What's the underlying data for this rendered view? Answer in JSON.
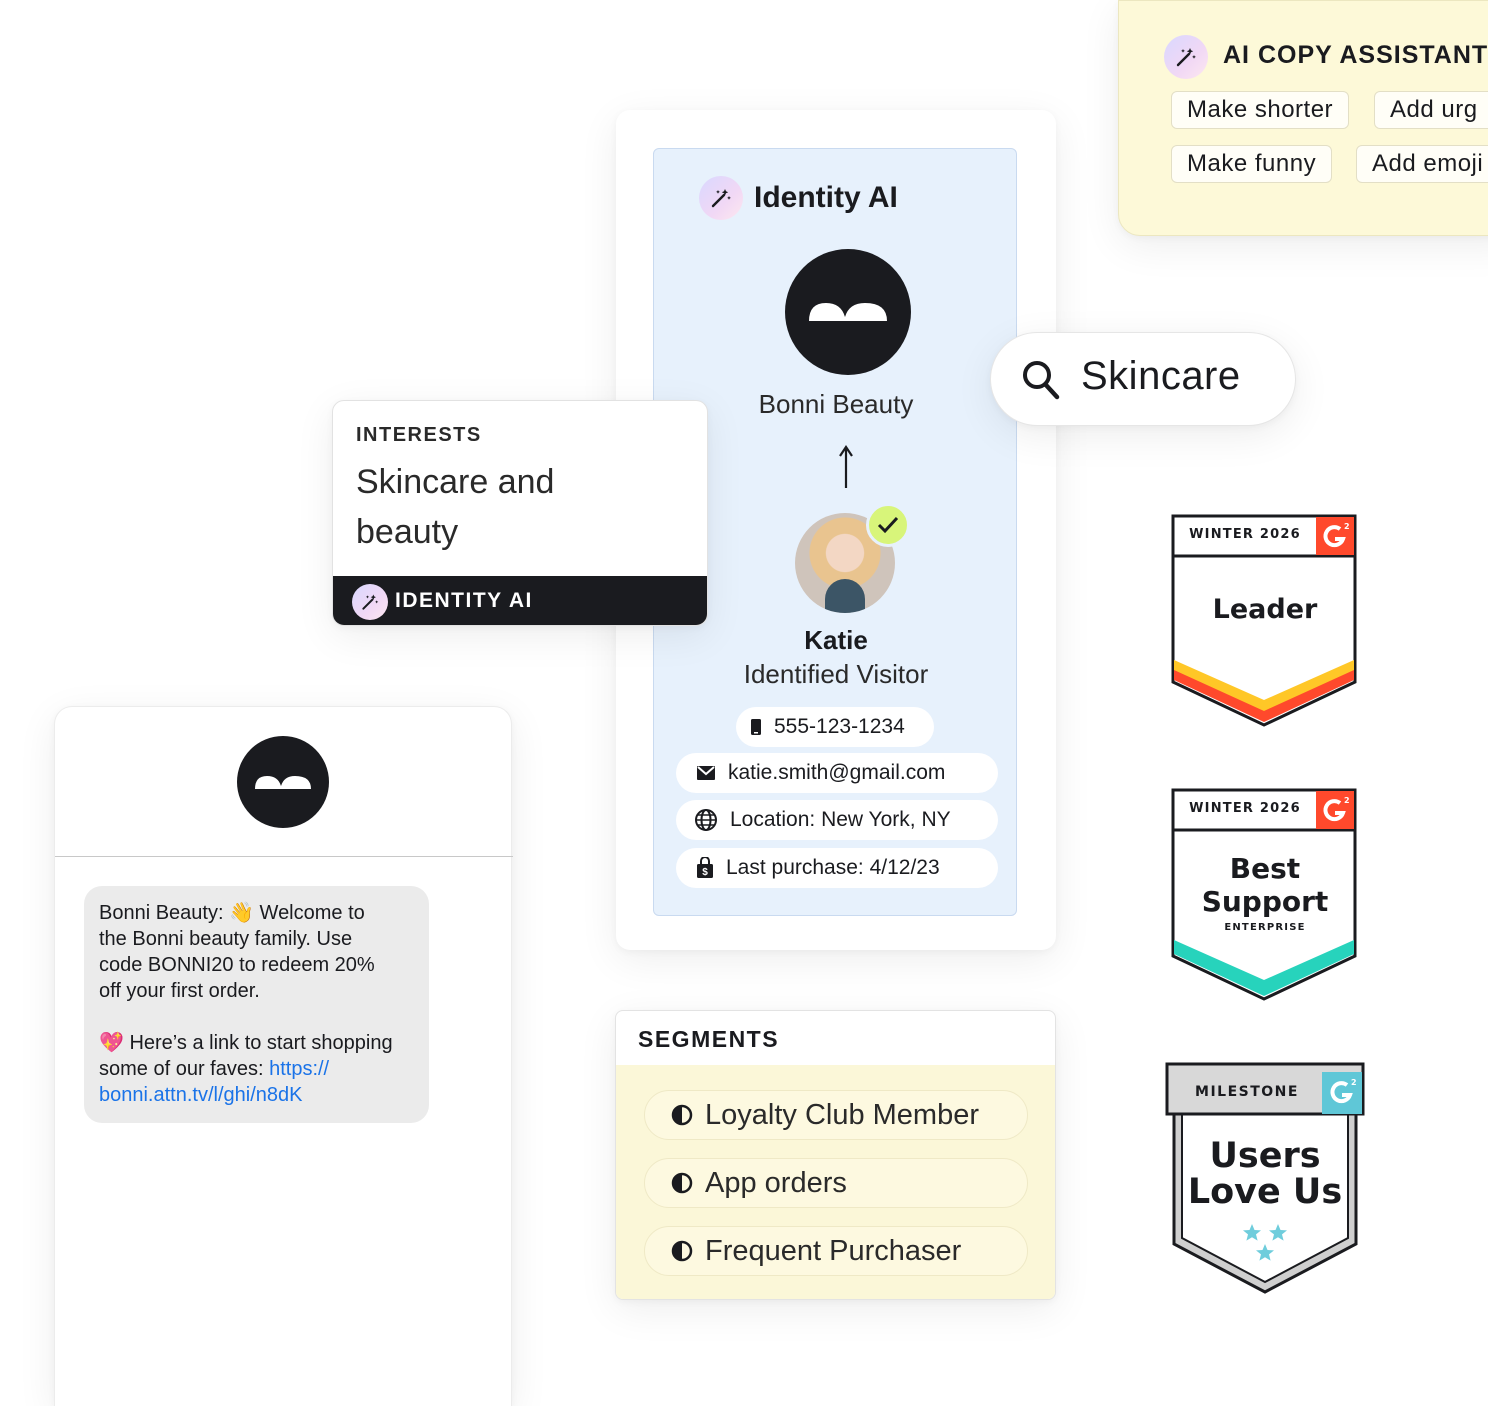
{
  "ai_copy_assistant": {
    "title": "AI COPY ASSISTANT",
    "icon": "magic-wand-icon",
    "chips": [
      "Make shorter",
      "Add urg",
      "Make funny",
      "Add emoji"
    ]
  },
  "identity_card": {
    "header": "Identity AI",
    "brand_name": "Bonni Beauty",
    "visitor_name": "Katie",
    "visitor_status": "Identified Visitor",
    "details": {
      "phone": "555-123-1234",
      "email": "katie.smith@gmail.com",
      "location": "Location: New York, NY",
      "last_purchase": "Last purchase: 4/12/23"
    }
  },
  "search": {
    "query": "Skincare"
  },
  "interests": {
    "label": "INTERESTS",
    "value_line1": "Skincare and",
    "value_line2": "beauty",
    "footer": "IDENTITY AI"
  },
  "sms": {
    "line1": "Bonni Beauty: 👋 Welcome to",
    "line2": "the Bonni beauty family. Use",
    "line3": "code BONNI20 to redeem 20%",
    "line4": "off your first order.",
    "line5": "💖 Here’s a link to start shopping",
    "line6_prefix": "some of our faves: ",
    "link_part1": "https://",
    "link_part2": "bonni.attn.tv/l/ghi/n8dK"
  },
  "segments": {
    "title": "SEGMENTS",
    "items": [
      "Loyalty Club Member",
      "App orders",
      "Frequent Purchaser"
    ]
  },
  "badges": [
    {
      "season": "WINTER 2026",
      "title": "Leader",
      "subtitle": "",
      "colors": [
        "#ffc727",
        "#ff492c"
      ]
    },
    {
      "season": "WINTER 2026",
      "title_line1": "Best",
      "title_line2": "Support",
      "subtitle": "ENTERPRISE",
      "colors": [
        "#27d3bc"
      ]
    },
    {
      "season": "MILESTONE",
      "title_line1": "Users",
      "title_line2": "Love Us",
      "colors": [
        "#6fcddc"
      ]
    }
  ],
  "colors": {
    "g2_red": "#ff492c",
    "g2_teal": "#5fc7d7",
    "identity_blue": "#e7f1fc",
    "yellow_panel": "#fdf9d8",
    "link_blue": "#1a73e8",
    "check_green": "#d8f57a"
  }
}
